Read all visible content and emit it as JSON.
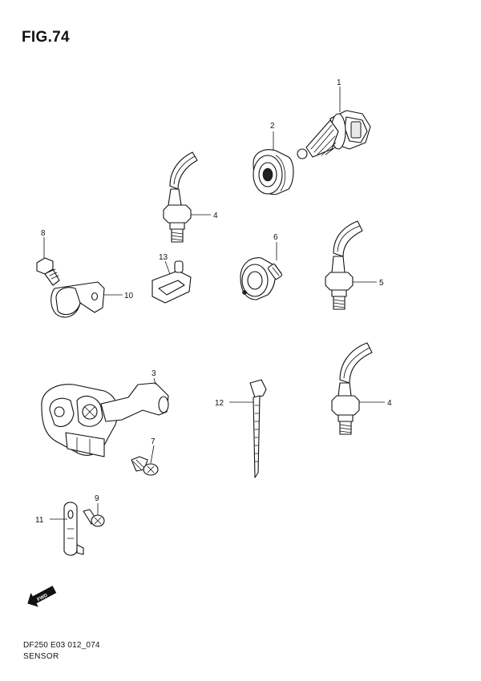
{
  "figure": {
    "title": "FIG.74"
  },
  "callouts": {
    "c1": "1",
    "c2": "2",
    "c3": "3",
    "c4a": "4",
    "c4b": "4",
    "c5": "5",
    "c6": "6",
    "c7": "7",
    "c8": "8",
    "c9": "9",
    "c10": "10",
    "c11": "11",
    "c12": "12",
    "c13": "13"
  },
  "fwd_badge": "FWD",
  "footer": {
    "code": "DF250 E03 012_074",
    "name": "SENSOR"
  }
}
